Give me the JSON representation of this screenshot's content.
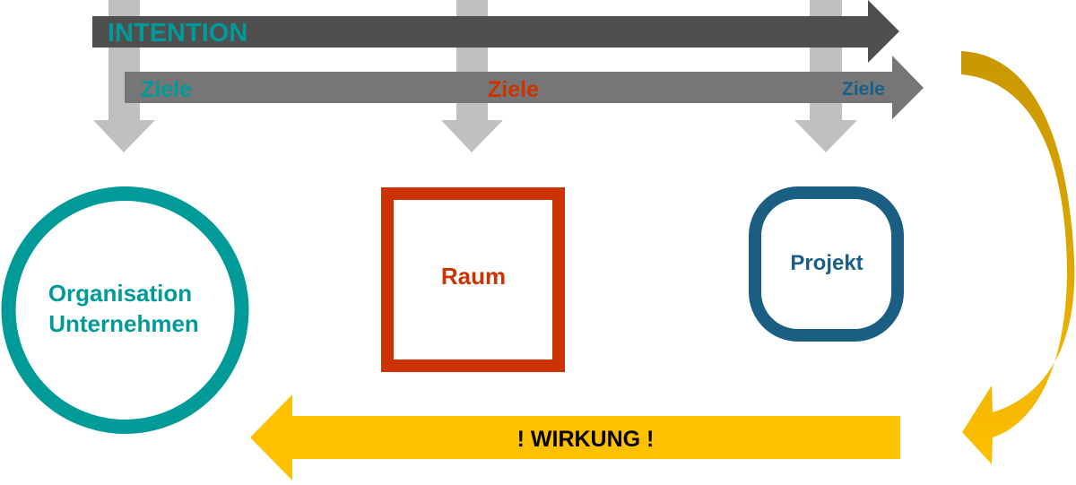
{
  "diagram": {
    "intention_arrow": {
      "label": "INTENTION",
      "color": "#4F4F4F",
      "label_color": "#009B99"
    },
    "ziele_arrow": {
      "color": "#767676",
      "labels": [
        {
          "text": "Ziele",
          "color": "#009B99"
        },
        {
          "text": "Ziele",
          "color": "#CC3300"
        },
        {
          "text": "Ziele",
          "color": "#1A5F8A"
        }
      ]
    },
    "down_arrows": {
      "count": 3,
      "color": "#C0C0C0"
    },
    "nodes": {
      "organisation": {
        "lines": [
          "Organisation",
          "Unternehmen"
        ],
        "shape": "circle",
        "color": "#009B99"
      },
      "raum": {
        "label": "Raum",
        "shape": "square",
        "color": "#CC3300"
      },
      "projekt": {
        "label": "Projekt",
        "shape": "rounded-square",
        "color": "#1A5F82"
      }
    },
    "wirkung_arrow": {
      "label": "! WIRKUNG !",
      "color": "#FFC000",
      "label_color": "#000000"
    },
    "feedback_arrow": {
      "color_start": "#C99700",
      "color_end": "#FFC000"
    }
  }
}
